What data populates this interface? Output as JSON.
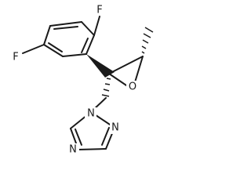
{
  "molecule": {
    "atoms": {
      "fluorine_top": "F",
      "fluorine_left": "F",
      "epoxide_oxygen": "O",
      "triazole_n1": "N",
      "triazole_n2": "N",
      "triazole_n4": "N"
    }
  }
}
